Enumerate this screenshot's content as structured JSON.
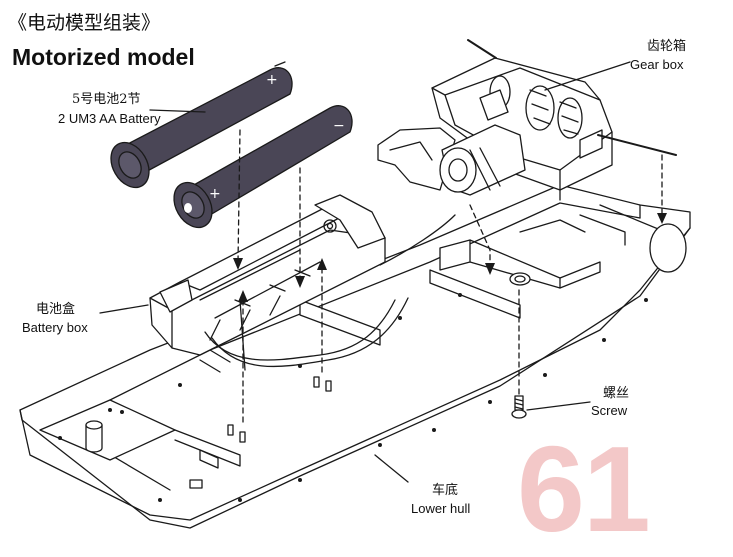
{
  "header": {
    "title_cn": "《电动模型组装》",
    "title_en": "Motorized model"
  },
  "labels": {
    "battery_cn": "5号电池2节",
    "battery_en": "2 UM3 AA Battery",
    "gearbox_cn": "齿轮箱",
    "gearbox_en": "Gear box",
    "batterybox_cn": "电池盒",
    "batterybox_en": "Battery box",
    "screw_cn": "螺丝",
    "screw_en": "Screw",
    "hull_cn": "车底",
    "hull_en": "Lower hull"
  },
  "battery_symbols": {
    "plus": "+",
    "minus": "−"
  },
  "step": {
    "number": "61"
  },
  "colors": {
    "line": "#1a1a1a",
    "battery_fill": "#4a4656",
    "step_number": "#f3c8c8",
    "part_fill": "#ffffff"
  }
}
